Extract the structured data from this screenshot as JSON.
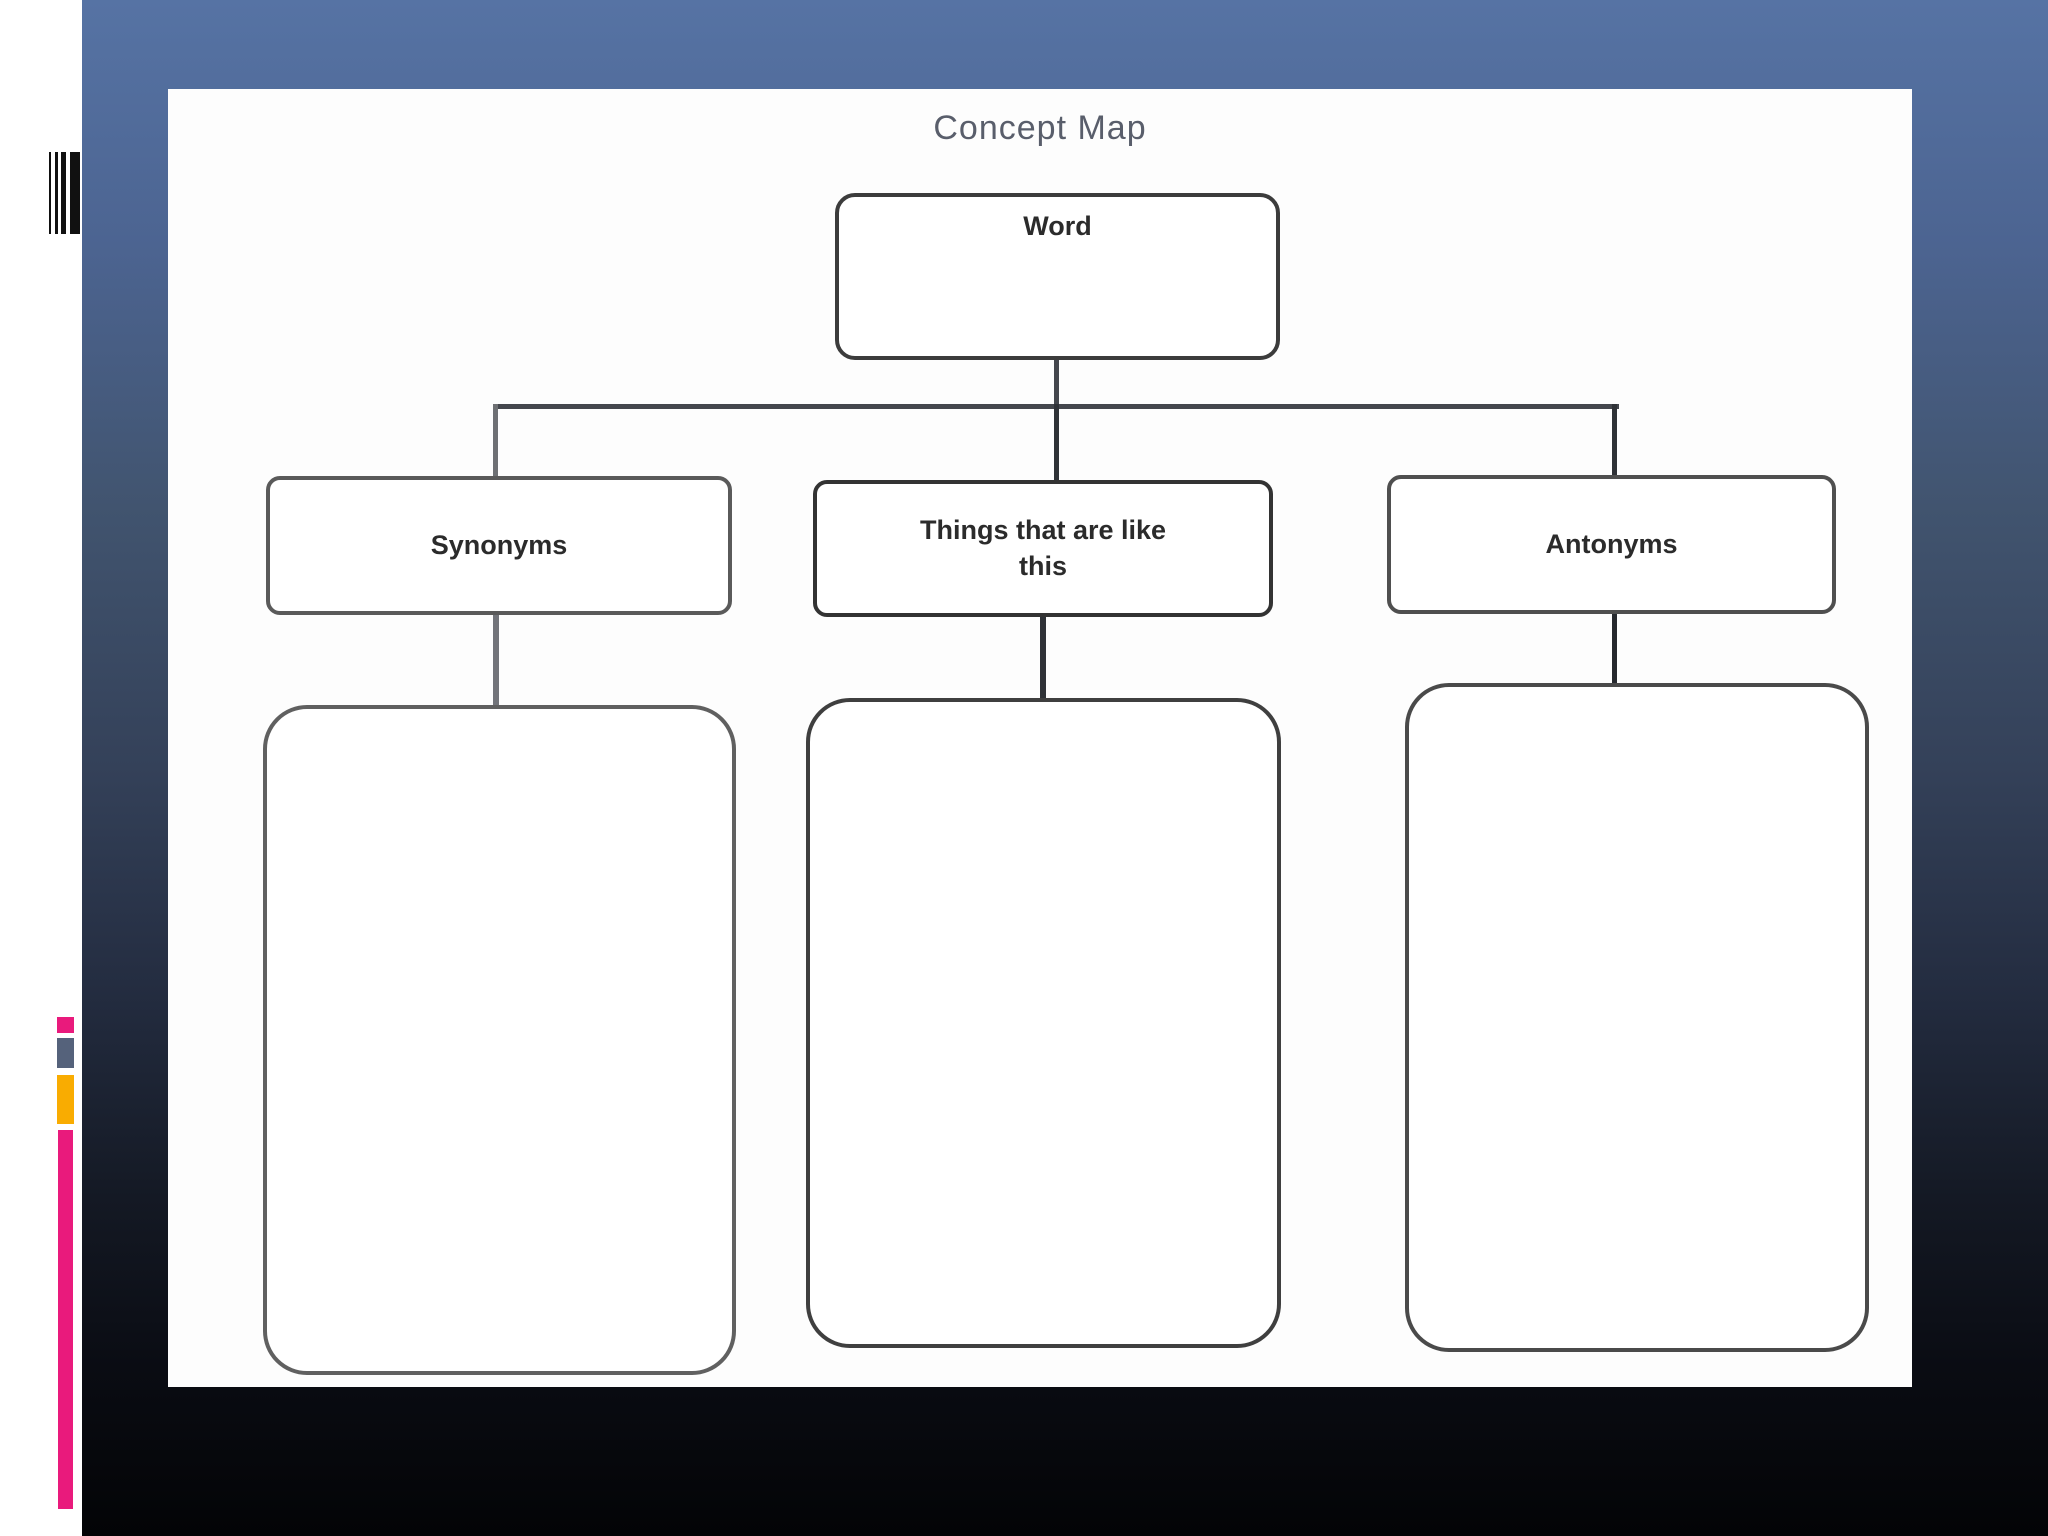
{
  "slide": {
    "background_top_color": "#5673a4",
    "background_bottom_color": "#030406",
    "sheet_color": "#fdfdfd"
  },
  "decor": {
    "barcode_icon": "vertical-black-bars",
    "barcode_color": "#111111",
    "chips": {
      "pink_small": "#e91a7c",
      "slate": "#55627b",
      "orange": "#f9ac01",
      "pink_tall": "#e91a7c"
    }
  },
  "diagram": {
    "type": "concept-map",
    "title": "Concept Map",
    "nodes": {
      "word": {
        "label": "Word"
      },
      "synonyms": {
        "label": "Synonyms"
      },
      "things": {
        "label": "Things that are like this"
      },
      "antonyms": {
        "label": "Antonyms"
      }
    },
    "empty_boxes": [
      "synonyms-notes",
      "things-notes",
      "antonyms-notes"
    ],
    "edges": [
      "word -> synonyms",
      "word -> things",
      "word -> antonyms",
      "synonyms -> synonyms-notes",
      "things -> things-notes",
      "antonyms -> antonyms-notes"
    ],
    "line_color": "#44474d",
    "border_color": "#424242",
    "text_color": "#2b2b2b",
    "title_color": "#595e6b"
  }
}
